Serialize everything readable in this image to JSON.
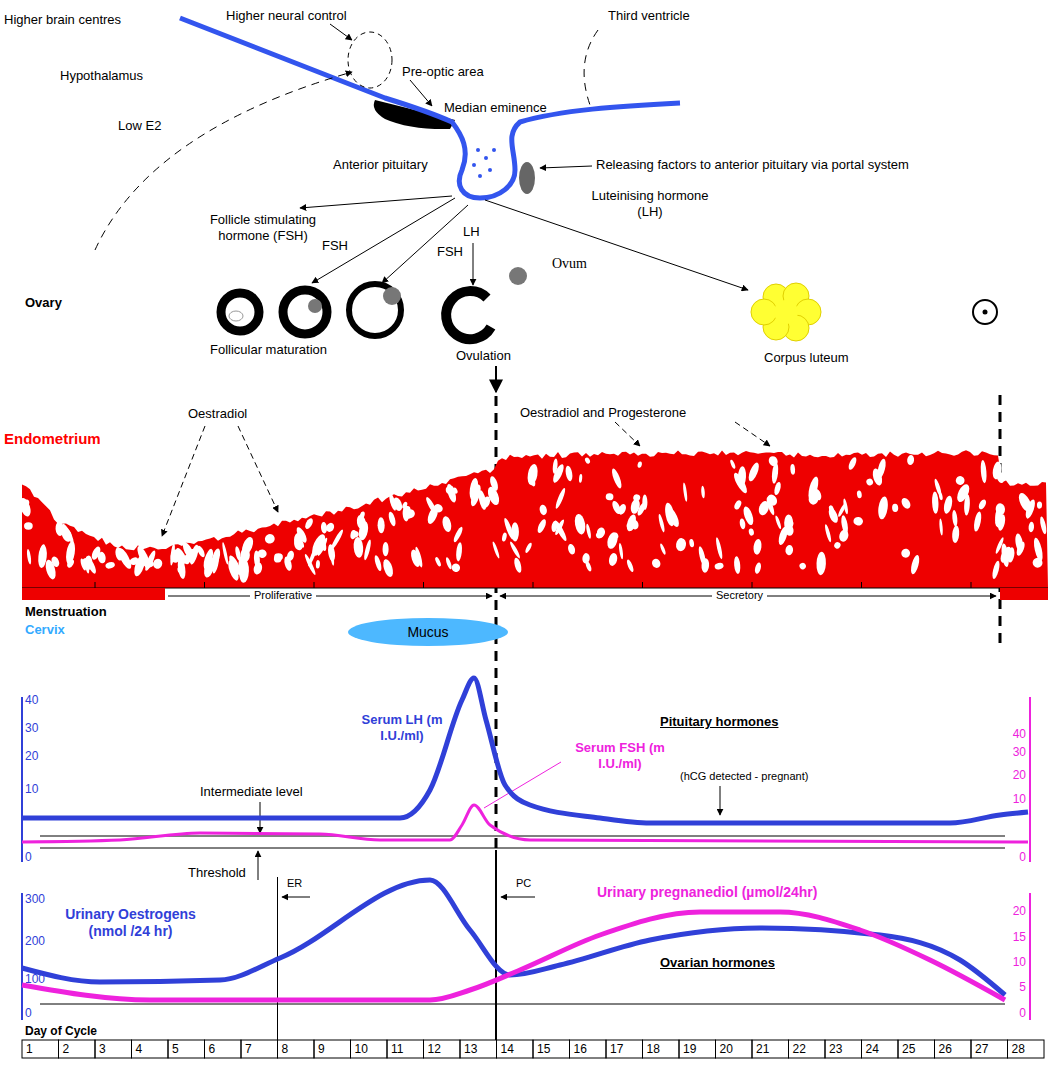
{
  "diagram": {
    "nodes": [
      {
        "text": [
          "Mucus"
        ]
      }
    ],
    "labels": [
      "Higher brain centres",
      "Higher neural control",
      "Third ventricle",
      "Hypothalamus",
      "Pre-optic area",
      "Low E2",
      "Median eminence",
      "Anterior pituitary",
      "Releasing factors to anterior pituitary via portal system",
      "Luteinising hormone (LH)",
      "Follicle stimulating hormone (FSH)",
      "FSH",
      "FSH",
      "LH",
      "Ovum",
      "Ovary",
      "Follicular maturation",
      "Ovulation",
      "Corpus luteum",
      "Endometrium",
      "Oestradiol and Progesterone",
      "Oestradiol",
      "Menstruation",
      "Proliferative",
      "Secretory",
      "Cervix",
      "40",
      "30",
      "20",
      "10",
      "0",
      "40",
      "30",
      "20",
      "10",
      "0",
      "Serum LH (m I.U./ml)",
      "Pituitary hormones",
      "Serum FSH (m I.U./ml)",
      "(hCG detected - pregnant)",
      "Intermediate level",
      "Threshold",
      "300",
      "200",
      "100",
      "0",
      "20",
      "15",
      "10",
      "5",
      "0",
      "Urinary Oestrogens (nmol /24 hr)",
      "ER",
      "PC",
      "Urinary pregnanediol (µmol/24hr)",
      "Ovarian hormones",
      "Day of Cycle",
      "1",
      "2",
      "3",
      "4",
      "5",
      "6",
      "7",
      "8",
      "9",
      "10",
      "11",
      "12",
      "13",
      "14",
      "15",
      "16",
      "17",
      "18",
      "19",
      "20",
      "21",
      "22",
      "23",
      "24",
      "25",
      "26",
      "27",
      "28"
    ]
  }
}
